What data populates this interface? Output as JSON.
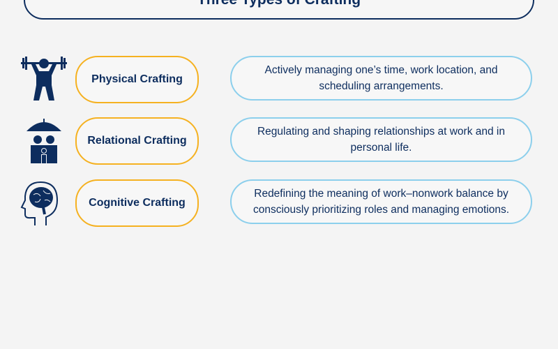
{
  "title": "Three Types of Crafting",
  "colors": {
    "navy": "#0d2d5e",
    "orange": "#f5b120",
    "light_blue": "#8ccfec",
    "background": "#f4f4f4"
  },
  "rows": [
    {
      "icon": "weightlifter-icon",
      "label": "Physical Crafting",
      "description": "Actively managing one’s time, work location, and scheduling arrangements."
    },
    {
      "icon": "family-umbrella-icon",
      "label": "Relational Crafting",
      "description": "Regulating and shaping relationships at work and in personal life."
    },
    {
      "icon": "brain-head-icon",
      "label": "Cognitive Crafting",
      "description": "Redefining the meaning of work–nonwork balance by consciously prioritizing roles and managing emotions."
    }
  ]
}
